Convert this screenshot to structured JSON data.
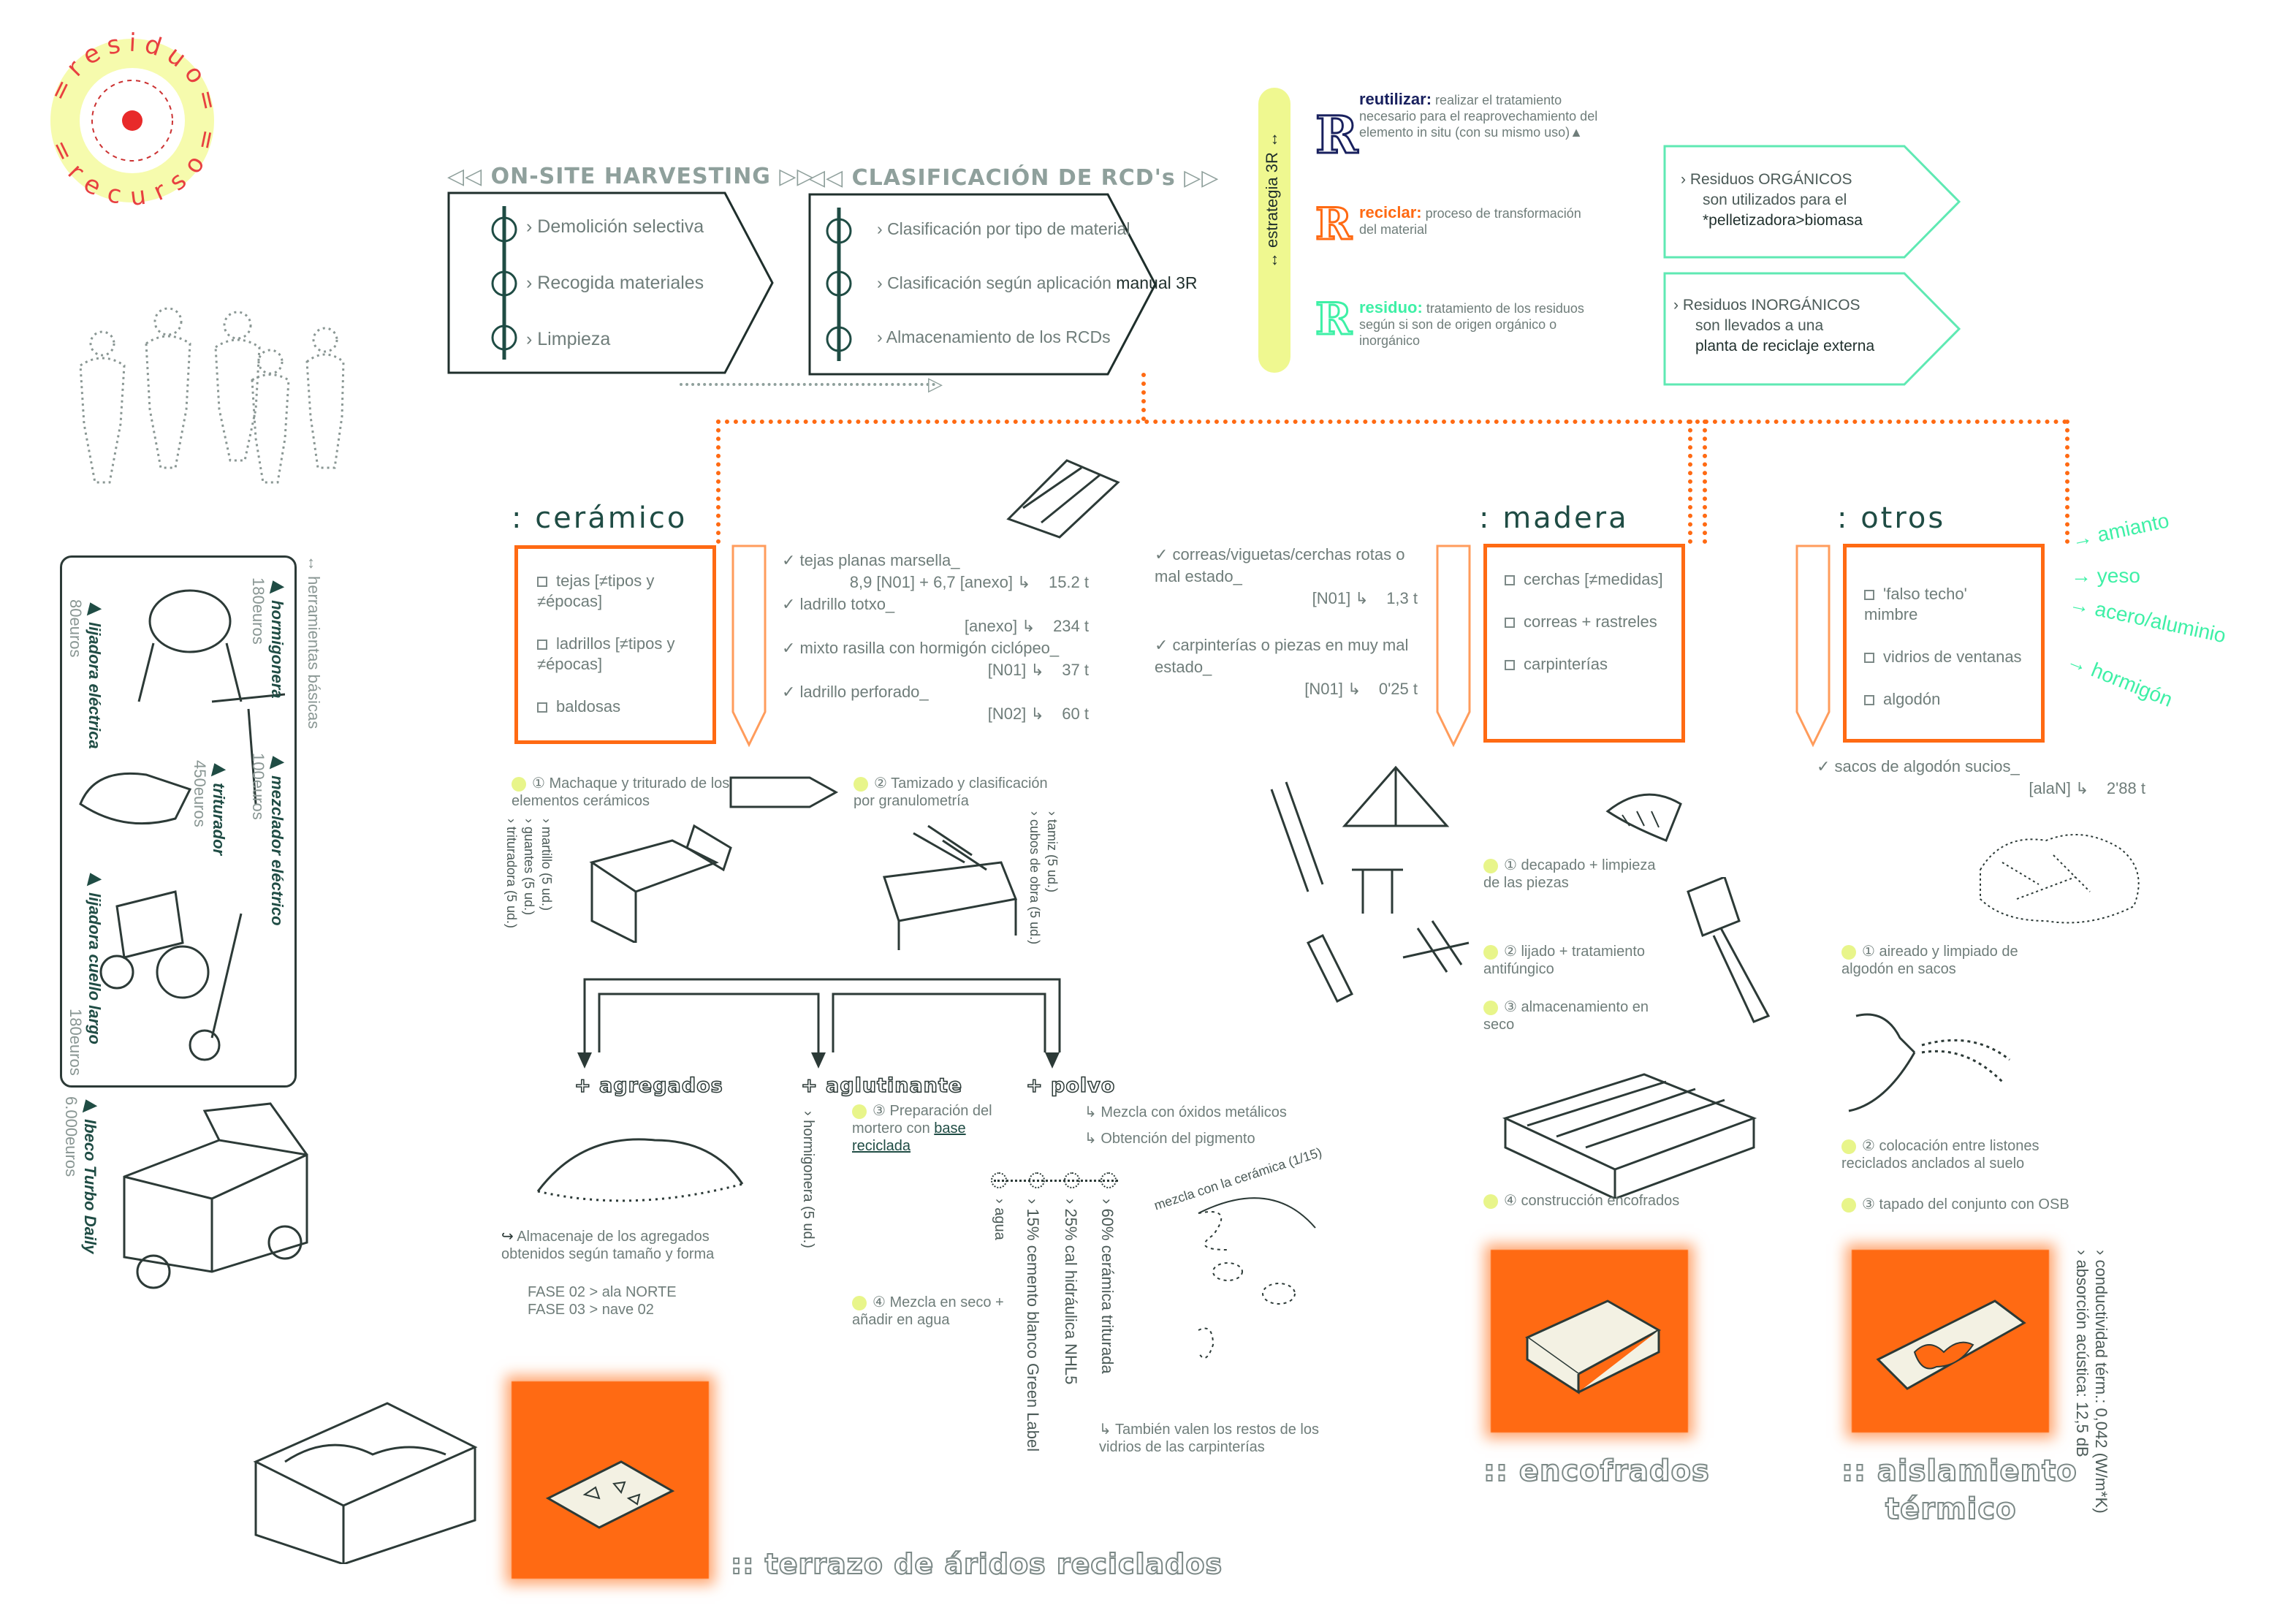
{
  "logo": {
    "ring_top": "=residuo=",
    "ring_bottom": "=recurso="
  },
  "onsite": {
    "title": "ON-SITE HARVESTING",
    "items": [
      "Demolición selectiva",
      "Recogida materiales",
      "Limpieza"
    ]
  },
  "clasificacion": {
    "title": "CLASIFICACIÓN DE RCD's",
    "items": [
      "Clasificación por tipo de material",
      "Clasificación según aplicación",
      "Almacenamiento de los RCDs"
    ],
    "manual": "manual 3R"
  },
  "strategy_label": "↔ estrategia 3R ↔",
  "legend": {
    "reutilizar": {
      "term": "reutilizar:",
      "desc": "realizar el tratamiento necesario para el reaprovechamiento del elemento in situ (con su mismo uso)▲"
    },
    "reciclar": {
      "term": "reciclar:",
      "desc": "proceso de transformación del material"
    },
    "residuo": {
      "term": "residuo:",
      "desc": "tratamiento de los residuos según si son de origen orgánico o inorgánico"
    }
  },
  "waste_arrows": {
    "organic": {
      "title": "› Residuos ORGÁNICOS",
      "line2": "son utilizados para el",
      "line3": "*pelletizadora>biomasa"
    },
    "inorganic": {
      "title": "› Residuos INORGÁNICOS",
      "line2": "son llevados a una",
      "line3": "planta de reciclaje externa"
    }
  },
  "tools": {
    "header": "↔ herramientas básicas",
    "items": [
      {
        "name": "▶ hormigonera",
        "price": "180euros"
      },
      {
        "name": "▶ lijadora eléctrica",
        "price": "80euros"
      },
      {
        "name": "▶ mezclador eléctrico",
        "price": "100euros"
      },
      {
        "name": "▶ triturador",
        "price": "450euros"
      },
      {
        "name": "▶ lijadora cuello largo",
        "price": "180euros"
      },
      {
        "name": "▶ Ibeco Turbo Daily",
        "price": "6.000euros"
      }
    ]
  },
  "ceramico": {
    "title": ": cerámico",
    "box": [
      "tejas [≠tipos y ≠épocas]",
      "ladrillos [≠tipos y ≠épocas]",
      "baldosas"
    ],
    "list": [
      {
        "name": "✓ tejas planas marsella_",
        "ref": "8,9 [N01] + 6,7 [anexo] ↳",
        "qty": "15.2 t"
      },
      {
        "name": "✓ ladrillo totxo_",
        "ref": "[anexo] ↳",
        "qty": "234 t"
      },
      {
        "name": "✓ mixto rasilla con hormigón ciclópeo_",
        "ref": "[N01] ↳",
        "qty": "37 t"
      },
      {
        "name": "✓ ladrillo perforado_",
        "ref": "[N02] ↳",
        "qty": "60 t"
      }
    ],
    "step1": "① Machaque y triturado de los elementos cerámicos",
    "step1_tools": [
      "› martillo (5 ud.)",
      "› guantes (5 ud.)",
      "› trituradora (5 ud.)"
    ],
    "step2": "② Tamizado y clasificación por granulometría",
    "step2_tools": [
      "› tamiz (5 ud.)",
      "› cubos de obra (5 ud.)"
    ],
    "branches": [
      "+ agregados",
      "+ aglutinante",
      "+ polvo"
    ],
    "agregados_text": "Almacenaje de los agregados obtenidos según tamaño y forma",
    "fases": [
      "FASE 02 > ala NORTE",
      "FASE 03 > nave 02"
    ],
    "hormigonera": "› hormigonera (5 ud.)",
    "step3": "③ Preparación del mortero con",
    "base": "base reciclada",
    "step4": "④ Mezcla en seco + añadir en agua",
    "polvo": [
      "↳ Mezcla con óxidos metálicos",
      "↳ Obtención del pigmento"
    ],
    "mix": [
      "› agua",
      "› 15% cemento blanco Green Label",
      "› 25% cal hidráulica NHL5",
      "› 60% cerámica triturada"
    ],
    "mezcla_curve": "mezcla con la cerámica (1/15)",
    "vidrios": "↳ También valen los restos de los vidrios de las carpinterías",
    "result": ":: terrazo de áridos reciclados"
  },
  "madera": {
    "title": ": madera",
    "list": [
      {
        "name": "✓ correas/viguetas/cerchas rotas o mal estado_",
        "ref": "[N01] ↳",
        "qty": "1,3 t"
      },
      {
        "name": "✓ carpinterías o piezas en muy mal estado_",
        "ref": "[N01] ↳",
        "qty": "0'25 t"
      }
    ],
    "box": [
      "cerchas [≠medidas]",
      "correas + rastreles",
      "carpinterías"
    ],
    "steps": [
      "① decapado + limpieza de las piezas",
      "② lijado + tratamiento antifúngico",
      "③ almacenamiento en seco",
      "④ construcción encofrados"
    ],
    "result": ":: encofrados"
  },
  "otros": {
    "title": ": otros",
    "box": [
      "'falso techo' mimbre",
      "vidrios de ventanas",
      "algodón"
    ],
    "arrows": [
      "→ amianto",
      "→ yeso",
      "→ acero/aluminio",
      "→ hormigón"
    ],
    "list": {
      "name": "✓ sacos de algodón sucios_",
      "ref": "[alaN] ↳",
      "qty": "2'88 t"
    },
    "steps": [
      "① aireado y limpiado de algodón en sacos",
      "② colocación entre listones reciclados anclados al suelo",
      "③ tapado del conjunto con OSB"
    ],
    "props": [
      "› conductividad térm.: 0,042 (W/m*K)",
      "› absorción acústica: 12,5 dB"
    ],
    "result_1": ":: aislamiento",
    "result_2": "térmico"
  },
  "colors": {
    "orange": "#ff6a13",
    "teal": "#1f4c44",
    "mint": "#3ef0a6",
    "navy": "#18205e",
    "lime": "#e8f58a"
  }
}
